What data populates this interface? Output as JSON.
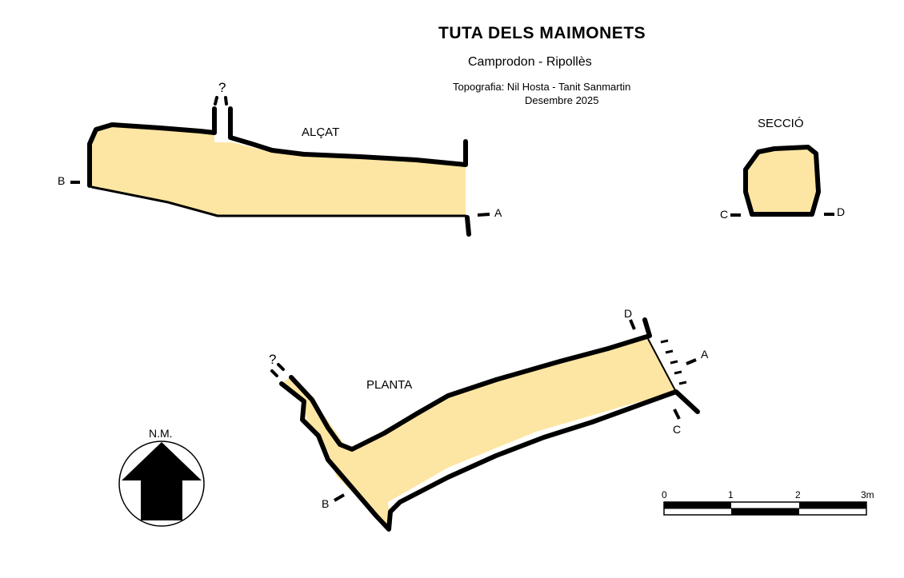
{
  "header": {
    "title": "TUTA DELS MAIMONETS",
    "location": "Camprodon  -  Ripollès",
    "credits": "Topografia: Nil Hosta - Tanit Sanmartin",
    "date": "Desembre 2025"
  },
  "views": {
    "elevation": {
      "label": "ALÇAT",
      "marker_b": "B",
      "marker_a": "A",
      "unknown": "?"
    },
    "section": {
      "label": "SECCIÓ",
      "marker_c": "C",
      "marker_d": "D"
    },
    "plan": {
      "label": "PLANTA",
      "marker_a": "A",
      "marker_b": "B",
      "marker_c": "C",
      "marker_d": "D",
      "unknown": "?"
    }
  },
  "north_arrow": {
    "label": "N.M.",
    "icon": "north-arrow-icon"
  },
  "scale_bar": {
    "ticks": [
      "0",
      "1",
      "2",
      "3m"
    ]
  },
  "colors": {
    "cave_fill": "#fde6a3",
    "wall": "#000000"
  }
}
